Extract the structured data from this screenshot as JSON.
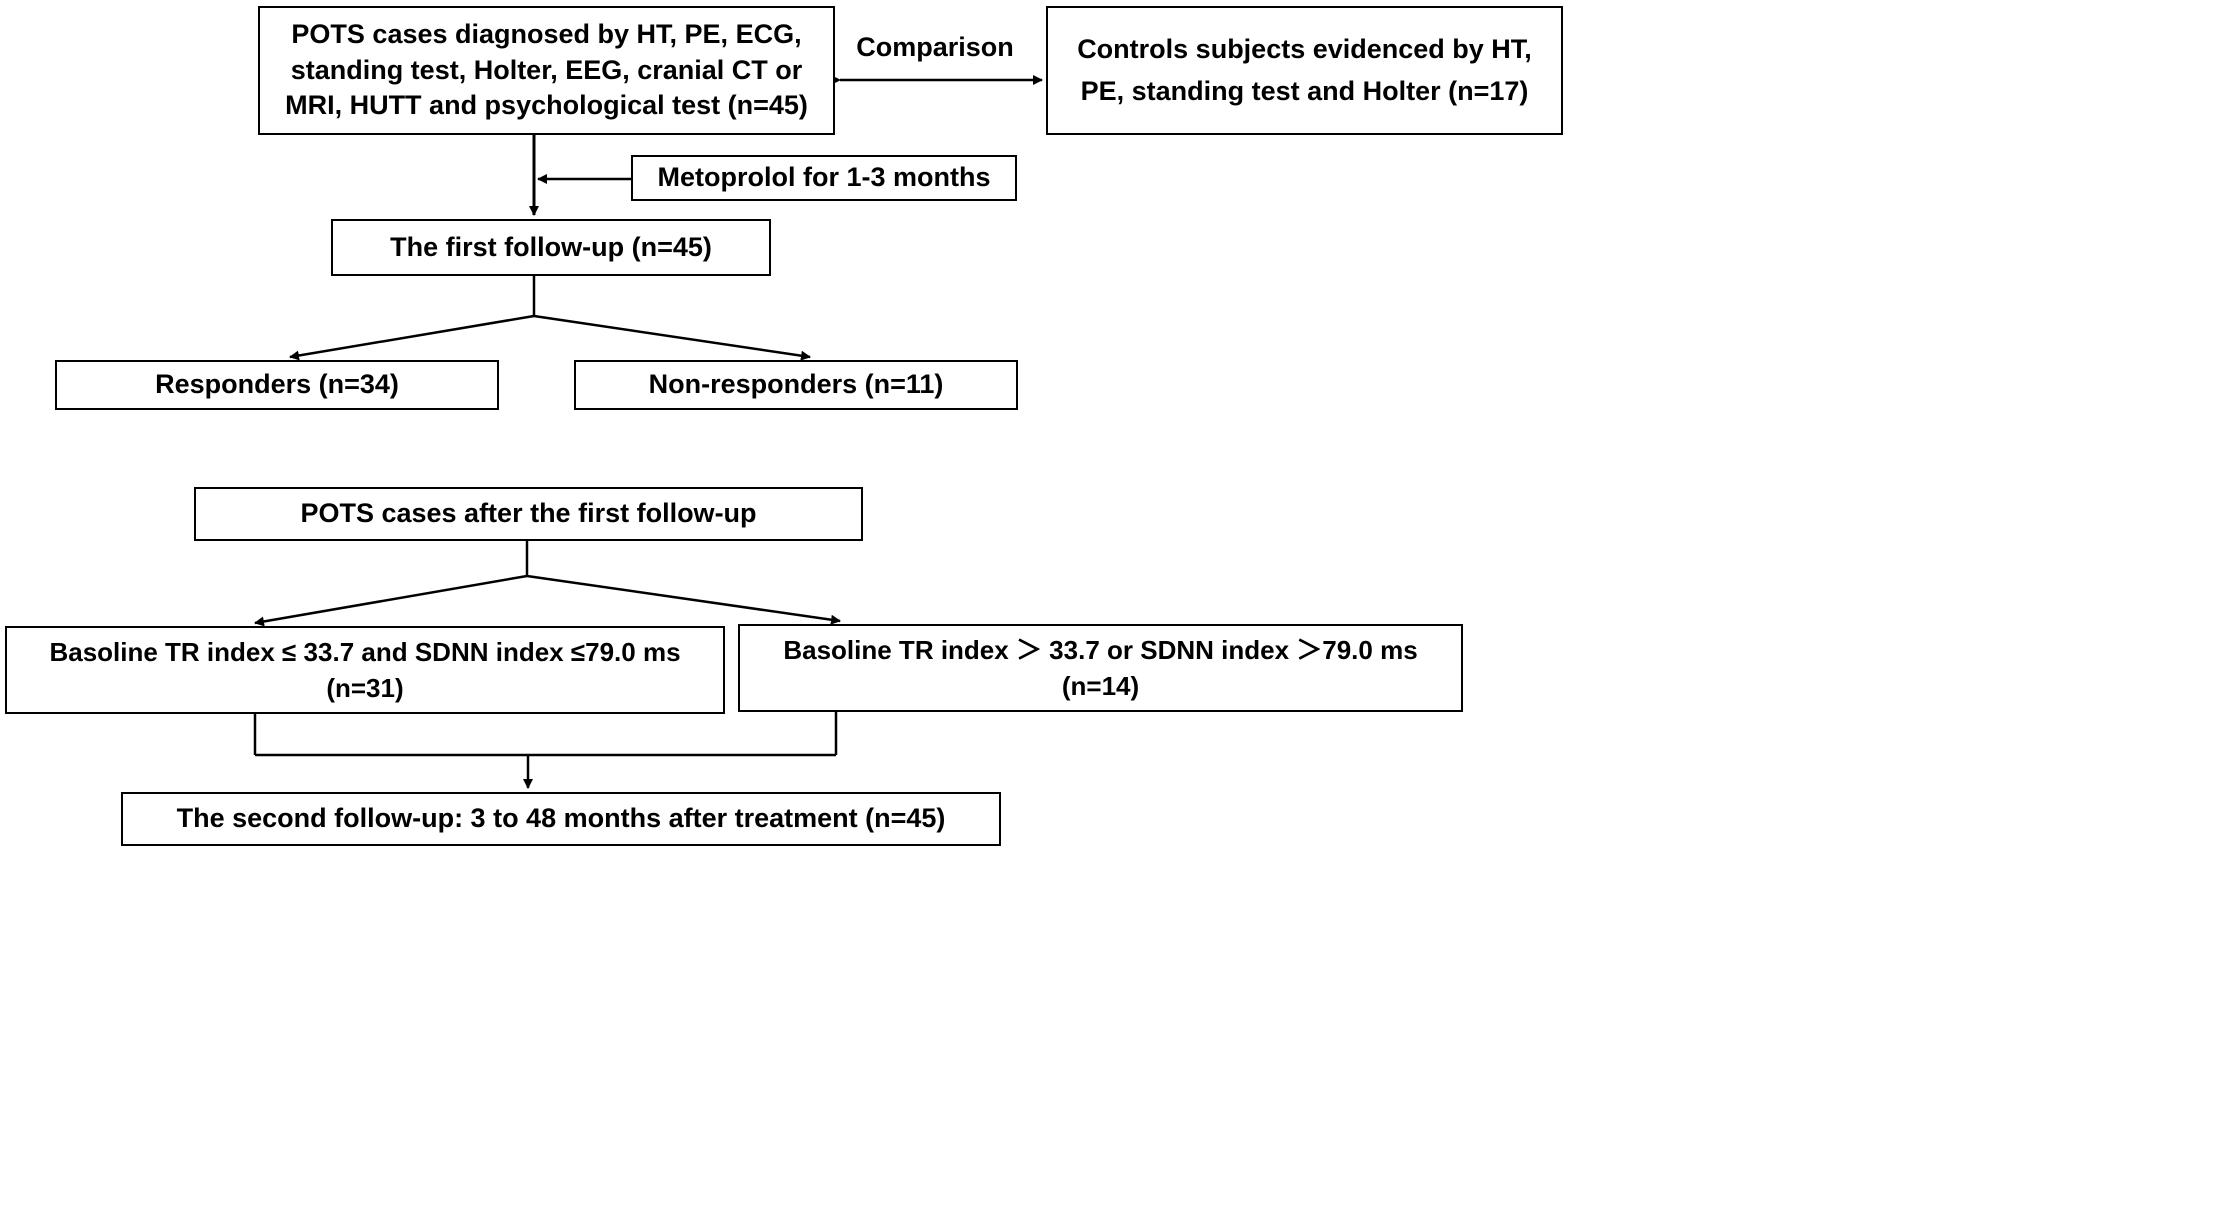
{
  "boxes": {
    "pots_cases": "POTS cases diagnosed by HT, PE, ECG, standing test, Holter, EEG, cranial CT or MRI, HUTT and psychological test (n=45)",
    "controls": "Controls subjects evidenced by HT, PE, standing test and Holter (n=17)",
    "metoprolol": "Metoprolol for 1-3 months",
    "first_followup": "The first follow-up (n=45)",
    "responders": "Responders (n=34)",
    "nonresponders": "Non-responders (n=11)",
    "after_first_followup": "POTS cases after the first follow-up",
    "baseline_low": {
      "line1": "Basoline TR index ≤ 33.7 and SDNN index ≤79.0 ms",
      "line2": "(n=31)"
    },
    "baseline_high": {
      "line1": "Basoline TR index ＞ 33.7 or SDNN index ＞79.0 ms",
      "line2": "(n=14)"
    },
    "second_followup": "The second follow-up: 3 to 48 months after treatment (n=45)"
  },
  "labels": {
    "comparison": "Comparison"
  },
  "colors": {
    "line": "#000000",
    "background": "#ffffff"
  }
}
